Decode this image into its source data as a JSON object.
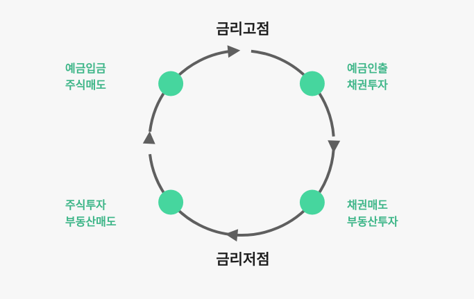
{
  "diagram": {
    "title_top": "금리고점",
    "title_bottom": "금리저점",
    "nodes": {
      "top_left": {
        "line1": "예금입금",
        "line2": "주식매도"
      },
      "top_right": {
        "line1": "예금인출",
        "line2": "채권투자"
      },
      "bottom_left": {
        "line1": "주식투자",
        "line2": "부동산매도"
      },
      "bottom_right": {
        "line1": "채권매도",
        "line2": "부동산투자"
      }
    },
    "colors": {
      "node": "#46d69e",
      "label": "#3cb587",
      "arrow": "#5f5f5f",
      "title": "#1c1c1c",
      "background": "#f7f7f7"
    },
    "direction": "clockwise"
  }
}
